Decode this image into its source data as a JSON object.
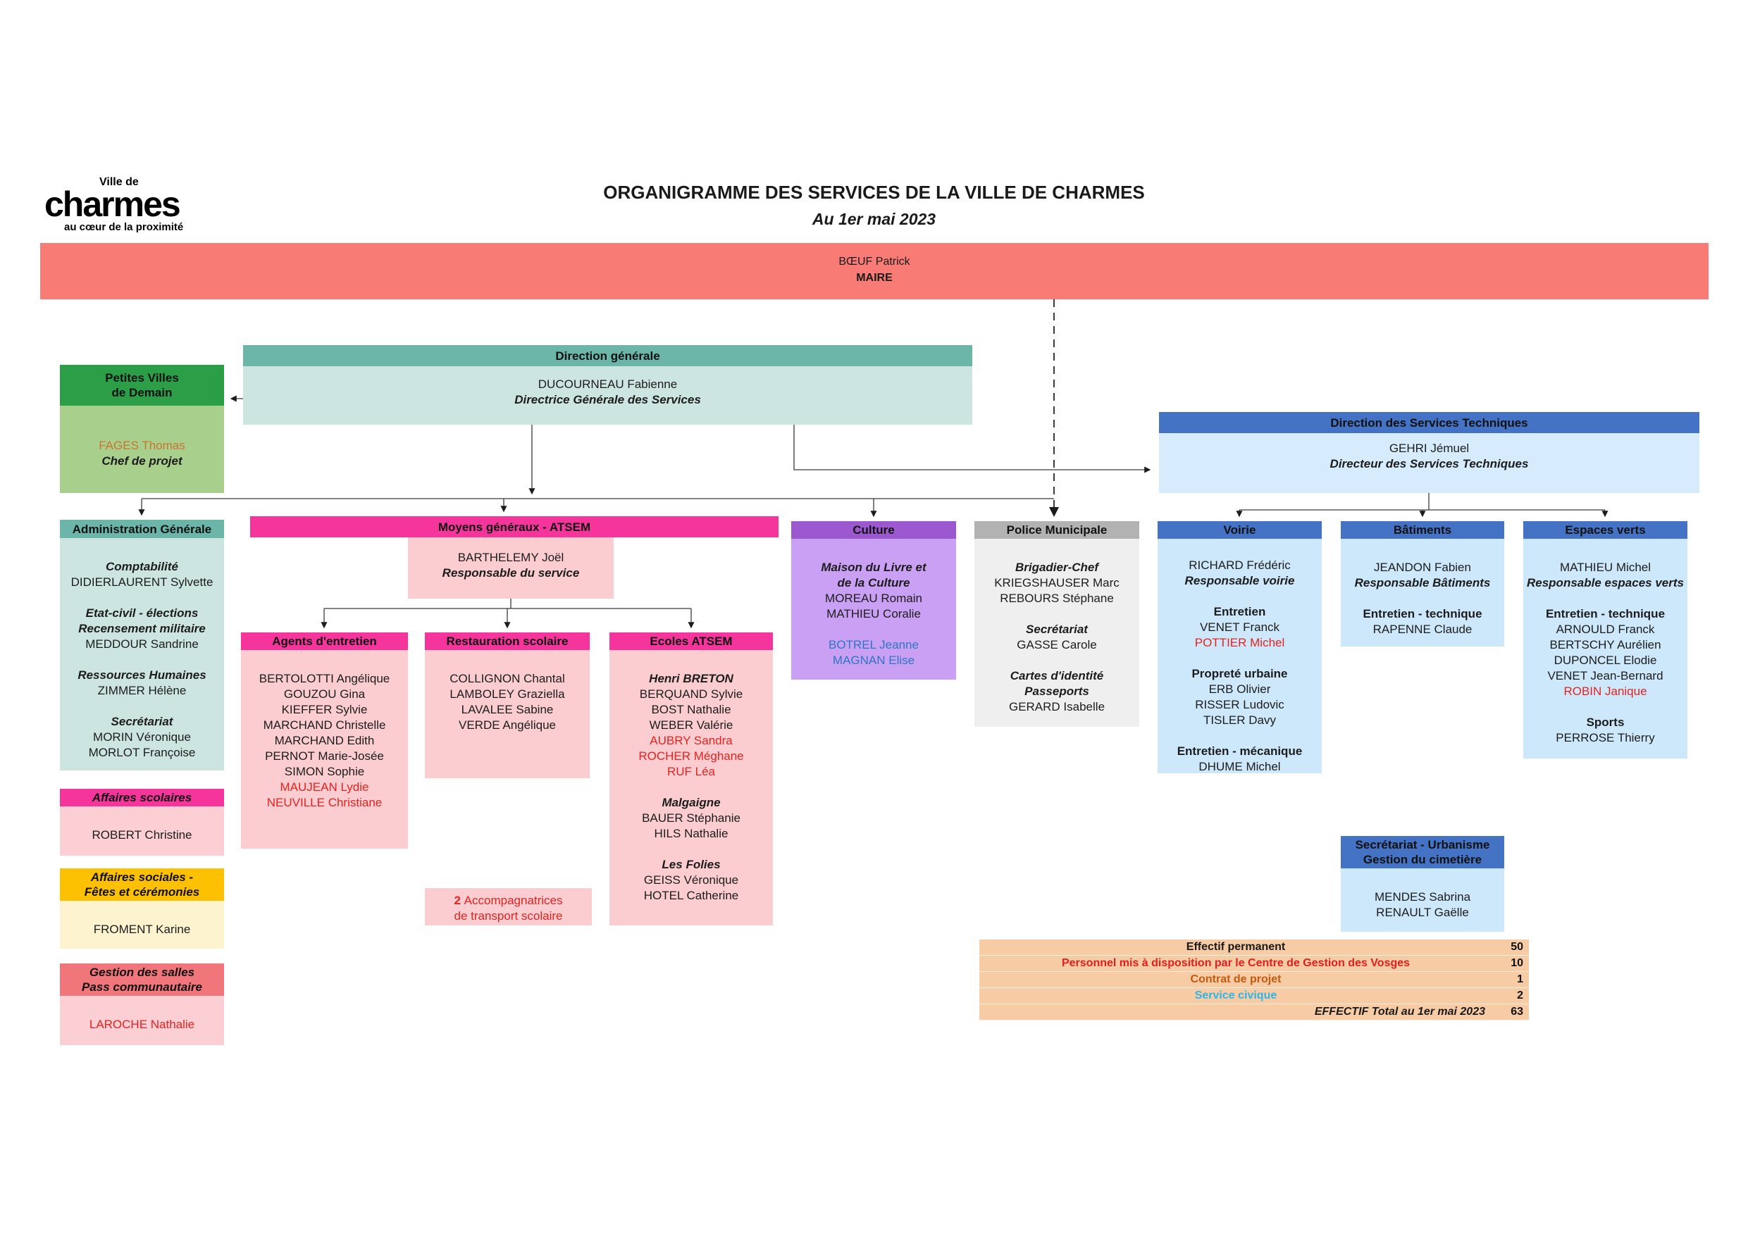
{
  "logo": {
    "top": "Ville de",
    "main": "charmes",
    "bottom": "au cœur de la proximité"
  },
  "title": {
    "line1": "ORGANIGRAMME DES SERVICES DE LA VILLE DE CHARMES",
    "line2": "Au 1er mai 2023"
  },
  "mayor": {
    "name": "BŒUF Patrick",
    "role": "MAIRE",
    "banner_color": "#f87c75"
  },
  "boxes": {
    "petites_villes": {
      "header": [
        "Petites Villes",
        "de Demain"
      ],
      "header_bg": "#2d9e48",
      "body_bg": "#a9cf8d",
      "body": [
        {
          "t": ""
        },
        {
          "t": "FAGES Thomas",
          "s": "orange"
        },
        {
          "t": "Chef de projet",
          "s": "bi"
        }
      ]
    },
    "direction_generale": {
      "header": [
        "Direction générale"
      ],
      "header_bg": "#6bb5a9",
      "body_bg": "#cde5e0",
      "body": [
        {
          "t": "DUCOURNEAU Fabienne"
        },
        {
          "t": "Directrice Générale des Services",
          "s": "bi"
        }
      ]
    },
    "dst": {
      "header": [
        "Direction des Services Techniques"
      ],
      "header_bg": "#4472c4",
      "body_bg": "#d6ecfc",
      "body": [
        {
          "t": "GEHRI Jémuel"
        },
        {
          "t": "Directeur des Services Techniques",
          "s": "bi"
        }
      ]
    },
    "admin": {
      "header": [
        "Administration Générale"
      ],
      "header_bg": "#6bb5a9",
      "body_bg": "#cde5e0",
      "body": [
        {
          "t": ""
        },
        {
          "t": "Comptabilité",
          "s": "bi"
        },
        {
          "t": "DIDIERLAURENT Sylvette"
        },
        {
          "t": ""
        },
        {
          "t": "Etat-civil - élections",
          "s": "bi"
        },
        {
          "t": "Recensement militaire",
          "s": "bi"
        },
        {
          "t": "MEDDOUR Sandrine"
        },
        {
          "t": ""
        },
        {
          "t": "Ressources Humaines",
          "s": "bi"
        },
        {
          "t": "ZIMMER Hélène"
        },
        {
          "t": ""
        },
        {
          "t": "Secrétariat",
          "s": "bi"
        },
        {
          "t": "MORIN Véronique"
        },
        {
          "t": "MORLOT Françoise"
        }
      ]
    },
    "aff_scolaires": {
      "header": [
        "Affaires scolaires"
      ],
      "header_bg": "#f5359b",
      "header_style": "bi",
      "body_bg": "#fbcfd3",
      "body": [
        {
          "t": ""
        },
        {
          "t": "ROBERT Christine"
        }
      ]
    },
    "aff_sociales": {
      "header": [
        "Affaires sociales -",
        "Fêtes et cérémonies"
      ],
      "header_bg": "#fdc101",
      "header_style": "bi",
      "body_bg": "#fdf3cf",
      "body": [
        {
          "t": ""
        },
        {
          "t": "FROMENT Karine"
        }
      ]
    },
    "gestion_salles": {
      "header": [
        "Gestion des salles",
        "Pass communautaire"
      ],
      "header_bg": "#f0767c",
      "header_style": "bi",
      "body_bg": "#fbcfd3",
      "body": [
        {
          "t": ""
        },
        {
          "t": "LAROCHE Nathalie",
          "s": "red"
        }
      ]
    },
    "moyens": {
      "header": [
        "Moyens généraux - ATSEM"
      ],
      "header_bg": "#f5359b"
    },
    "barthelemy": {
      "body_bg": "#fbcdd0",
      "body": [
        {
          "t": "BARTHELEMY Joël"
        },
        {
          "t": "Responsable du service",
          "s": "bi"
        }
      ]
    },
    "agents": {
      "header": [
        "Agents d'entretien"
      ],
      "header_bg": "#f5359b",
      "body_bg": "#fbcdd0",
      "body": [
        {
          "t": ""
        },
        {
          "t": "BERTOLOTTI Angélique"
        },
        {
          "t": "GOUZOU Gina"
        },
        {
          "t": "KIEFFER Sylvie"
        },
        {
          "t": "MARCHAND Christelle"
        },
        {
          "t": "MARCHAND Edith"
        },
        {
          "t": "PERNOT Marie-Josée"
        },
        {
          "t": "SIMON Sophie"
        },
        {
          "t": "MAUJEAN Lydie",
          "s": "red"
        },
        {
          "t": "NEUVILLE Christiane",
          "s": "red"
        }
      ]
    },
    "restauration": {
      "header": [
        "Restauration scolaire"
      ],
      "header_bg": "#f5359b",
      "body_bg": "#fbcdd0",
      "body": [
        {
          "t": ""
        },
        {
          "t": "COLLIGNON Chantal"
        },
        {
          "t": "LAMBOLEY Graziella"
        },
        {
          "t": "LAVALEE Sabine"
        },
        {
          "t": "VERDE Angélique"
        }
      ]
    },
    "ecoles": {
      "header": [
        "Ecoles ATSEM"
      ],
      "header_bg": "#f5359b",
      "body_bg": "#fbcdd0",
      "body": [
        {
          "t": ""
        },
        {
          "t": "Henri BRETON",
          "s": "bi"
        },
        {
          "t": "BERQUAND Sylvie"
        },
        {
          "t": "BOST Nathalie"
        },
        {
          "t": "WEBER Valérie"
        },
        {
          "t": "AUBRY Sandra",
          "s": "red"
        },
        {
          "t": "ROCHER Méghane",
          "s": "red"
        },
        {
          "t": "RUF Léa",
          "s": "red"
        },
        {
          "t": ""
        },
        {
          "t": "Malgaigne",
          "s": "bi"
        },
        {
          "t": "BAUER Stéphanie"
        },
        {
          "t": "HILS Nathalie"
        },
        {
          "t": ""
        },
        {
          "t": "Les Folies",
          "s": "bi"
        },
        {
          "t": "GEISS Véronique"
        },
        {
          "t": "HOTEL Catherine"
        }
      ]
    },
    "accompagnatrices": {
      "body_bg": "#fbcdd0",
      "body": [
        {
          "parts": [
            {
              "t": "2 ",
              "s": "redb"
            },
            {
              "t": "Accompagnatrices",
              "s": "red"
            }
          ]
        },
        {
          "t": "de transport scolaire",
          "s": "red"
        }
      ]
    },
    "culture": {
      "header": [
        "Culture"
      ],
      "header_bg": "#9c59cf",
      "body_bg": "#c9a0f3",
      "body": [
        {
          "t": ""
        },
        {
          "t": "Maison du Livre et",
          "s": "bi"
        },
        {
          "t": "de la Culture",
          "s": "bi"
        },
        {
          "t": "MOREAU Romain"
        },
        {
          "t": "MATHIEU Coralie"
        },
        {
          "t": ""
        },
        {
          "t": "BOTREL Jeanne",
          "s": "blue"
        },
        {
          "t": "MAGNAN Elise",
          "s": "blue"
        }
      ]
    },
    "police": {
      "header": [
        "Police Municipale"
      ],
      "header_bg": "#b2b2b2",
      "body_bg": "#efefef",
      "body": [
        {
          "t": ""
        },
        {
          "t": "Brigadier-Chef",
          "s": "bi"
        },
        {
          "t": "KRIEGSHAUSER Marc"
        },
        {
          "t": "REBOURS Stéphane"
        },
        {
          "t": ""
        },
        {
          "t": "Secrétariat",
          "s": "bi"
        },
        {
          "t": "GASSE Carole"
        },
        {
          "t": ""
        },
        {
          "t": "Cartes d'identité",
          "s": "bi"
        },
        {
          "t": "Passeports",
          "s": "bi"
        },
        {
          "t": "GERARD Isabelle"
        }
      ]
    },
    "voirie": {
      "header": [
        "Voirie"
      ],
      "header_bg": "#4472c4",
      "body_bg": "#cde8fb",
      "body": [
        {
          "t": ""
        },
        {
          "t": "RICHARD Frédéric"
        },
        {
          "t": "Responsable voirie",
          "s": "bi"
        },
        {
          "t": ""
        },
        {
          "t": "Entretien",
          "s": "b"
        },
        {
          "t": "VENET Franck"
        },
        {
          "t": "POTTIER Michel",
          "s": "red"
        },
        {
          "t": ""
        },
        {
          "t": "Propreté urbaine",
          "s": "b"
        },
        {
          "t": "ERB Olivier"
        },
        {
          "t": "RISSER Ludovic"
        },
        {
          "t": "TISLER Davy"
        },
        {
          "t": ""
        },
        {
          "t": "Entretien - mécanique",
          "s": "b"
        },
        {
          "t": "DHUME Michel"
        }
      ]
    },
    "batiments": {
      "header": [
        "Bâtiments"
      ],
      "header_bg": "#4472c4",
      "body_bg": "#cde8fb",
      "body": [
        {
          "t": ""
        },
        {
          "t": "JEANDON Fabien"
        },
        {
          "t": "Responsable Bâtiments",
          "s": "bi"
        },
        {
          "t": ""
        },
        {
          "t": "Entretien - technique",
          "s": "b"
        },
        {
          "t": "RAPENNE Claude"
        }
      ]
    },
    "secr_urbanisme": {
      "header": [
        "Secrétariat - Urbanisme",
        "Gestion du cimetière"
      ],
      "header_bg": "#4472c4",
      "body_bg": "#cde8fb",
      "body": [
        {
          "t": ""
        },
        {
          "t": "MENDES Sabrina"
        },
        {
          "t": "RENAULT Gaëlle"
        }
      ]
    },
    "espaces_verts": {
      "header": [
        "Espaces verts"
      ],
      "header_bg": "#4472c4",
      "body_bg": "#cde8fb",
      "body": [
        {
          "t": ""
        },
        {
          "t": "MATHIEU Michel"
        },
        {
          "t": "Responsable espaces verts",
          "s": "bi"
        },
        {
          "t": ""
        },
        {
          "t": "Entretien - technique",
          "s": "b"
        },
        {
          "t": "ARNOULD Franck"
        },
        {
          "t": "BERTSCHY Aurélien"
        },
        {
          "t": "DUPONCEL Elodie"
        },
        {
          "t": "VENET Jean-Bernard"
        },
        {
          "t": "ROBIN Janique",
          "s": "red"
        },
        {
          "t": ""
        },
        {
          "t": "Sports",
          "s": "b"
        },
        {
          "t": "PERROSE Thierry"
        }
      ]
    }
  },
  "effectif": {
    "bg": "#f7cba4",
    "rows": [
      {
        "label": "Effectif permanent",
        "value": "50",
        "color": "#1a1a1a",
        "align": "center"
      },
      {
        "label": "Personnel mis à disposition par le Centre de Gestion des Vosges",
        "value": "10",
        "color": "#e01f1f",
        "align": "center"
      },
      {
        "label": "Contrat de projet",
        "value": "1",
        "color": "#c55a11",
        "align": "center"
      },
      {
        "label": "Service civique",
        "value": "2",
        "color": "#2eb5e8",
        "align": "center"
      },
      {
        "label": "EFFECTIF Total au 1er mai 2023",
        "value": "63",
        "color": "#1a1a1a",
        "align": "right"
      }
    ]
  }
}
